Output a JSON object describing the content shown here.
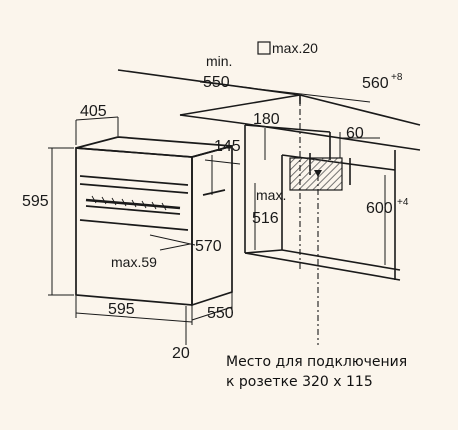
{
  "labels": {
    "min": "min.",
    "d550_top": "550",
    "max20": "max.20",
    "d560": "560",
    "d560_sup": "+8",
    "d405": "405",
    "d180": "180",
    "d60": "60",
    "d145": "145",
    "d595_left": "595",
    "max": "max.",
    "d516": "516",
    "d600": "600",
    "d600_sup": "+4",
    "d570": "570",
    "max59": "max.59",
    "d595_bottom": "595",
    "d550_bottom": "550",
    "d20": "20"
  },
  "caption": {
    "line1": "Место для подключения",
    "line2": "к розетке 320 x 115"
  },
  "colors": {
    "background": "#fbf5ec",
    "line": "#1a1a1a",
    "hatch": "#555555"
  }
}
